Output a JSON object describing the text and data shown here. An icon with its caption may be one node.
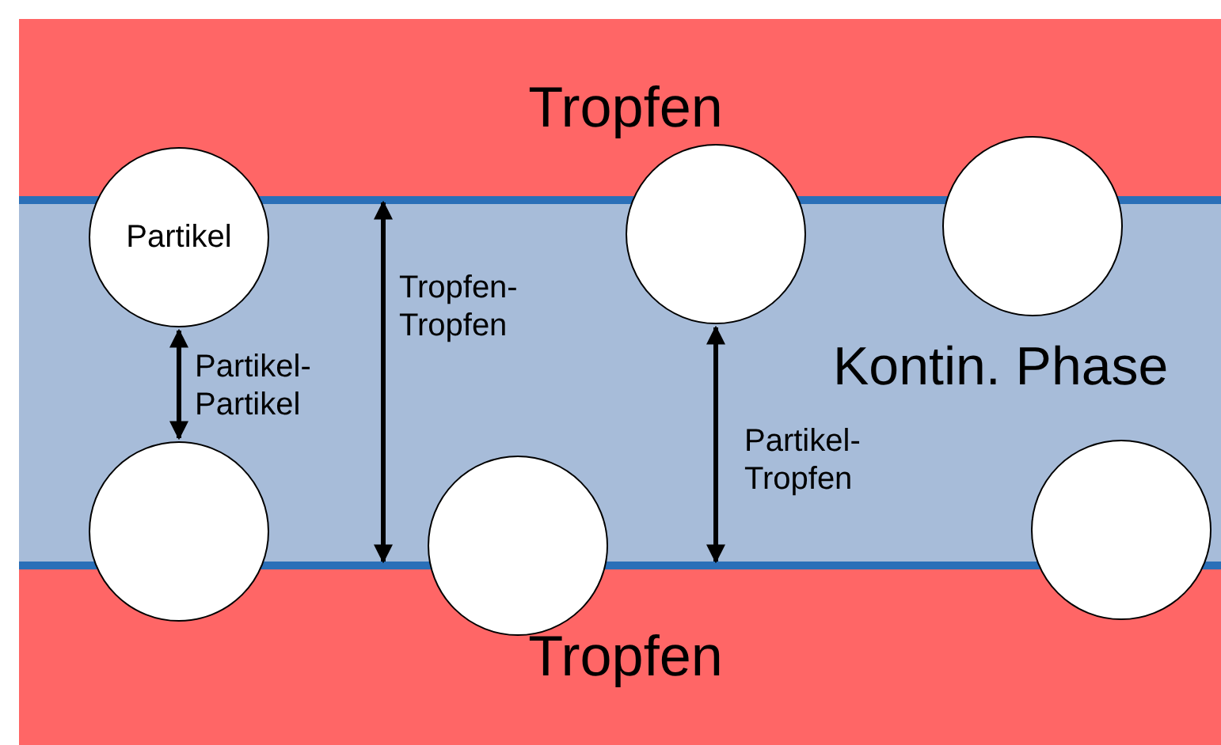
{
  "diagram": {
    "nodes": [
      {
        "text": [
          "Tropfen"
        ]
      },
      {
        "text": [
          "Partikel"
        ]
      },
      {
        "text": [],
        "shape": "circle"
      },
      {
        "text": [],
        "shape": "circle"
      },
      {
        "text": [
          "Kontin. Phase"
        ]
      },
      {
        "text": [],
        "shape": "circle"
      },
      {
        "text": [],
        "shape": "circle"
      },
      {
        "text": [],
        "shape": "circle"
      },
      {
        "text": [
          "Tropfen"
        ]
      }
    ],
    "edges": [
      {
        "from": 0,
        "to": 8,
        "arrow": "both",
        "label": "Tropfen-Tropfen"
      },
      {
        "from": 1,
        "to": 5,
        "arrow": "both",
        "label": "Partikel-Partikel"
      },
      {
        "from": 2,
        "to": 8,
        "arrow": "both",
        "label": "Partikel-Tropfen"
      }
    ]
  }
}
